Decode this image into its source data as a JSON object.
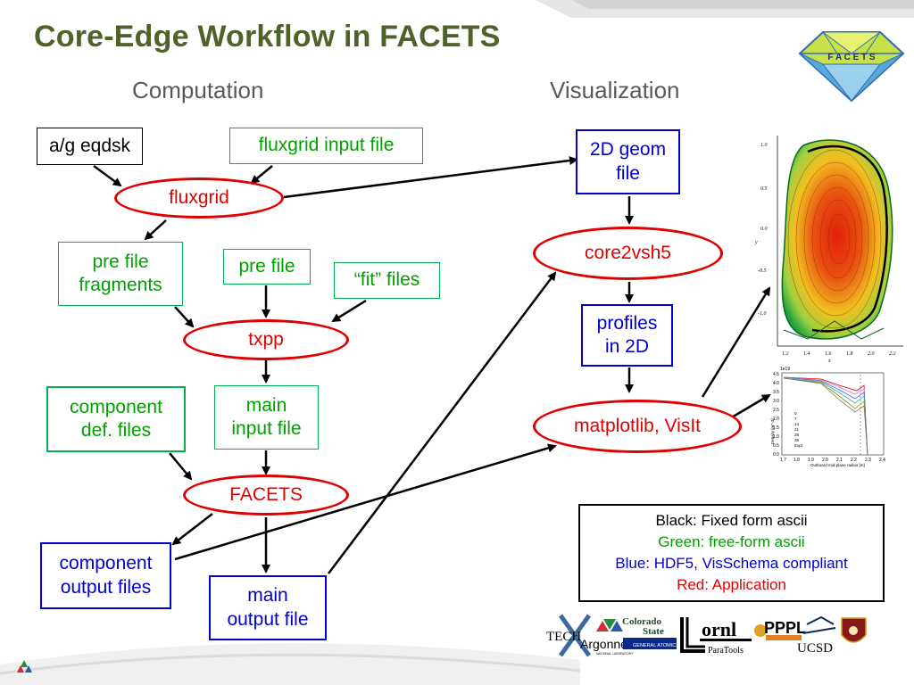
{
  "title": "Core-Edge Workflow in FACETS",
  "logo_letters": "F A C E T S",
  "columns": {
    "computation": "Computation",
    "visualization": "Visualization"
  },
  "nodes": {
    "ag_eqdsk": "a/g eqdsk",
    "fluxgrid_input": "fluxgrid input file",
    "fluxgrid": "fluxgrid",
    "pre_file_fragments": "pre file\nfragments",
    "pre_file": "pre file",
    "fit_files": "“fit” files",
    "txpp": "txpp",
    "component_def_files": "component\ndef. files",
    "main_input_file": "main\ninput file",
    "facets": "FACETS",
    "component_output_files": "component\noutput files",
    "main_output_file": "main\noutput file",
    "geom_file": "2D geom\nfile",
    "core2vsh5": "core2vsh5",
    "profiles_2d": "profiles\nin 2D",
    "matplotlib": "matplotlib, VisIt"
  },
  "legend": {
    "black": "Black: Fixed form ascii",
    "green": "Green: free-form ascii",
    "blue": "Blue: HDF5, VisSchema compliant",
    "red": "Red: Application"
  },
  "colors": {
    "title": "#4f6228",
    "black": "#000000",
    "green": "#00a000",
    "blue": "#0000cc",
    "red": "#e00000"
  },
  "flux_plot": {
    "y_ticks": [
      "1.0",
      "0.5",
      "0.0",
      "-0.5",
      "-1.0"
    ],
    "x_ticks": [
      "1.2",
      "1.4",
      "1.6",
      "1.8",
      "2.0",
      "2.2"
    ],
    "x_label": "x",
    "y_label": "y"
  },
  "profile_plot": {
    "exponent": "1e19",
    "y_ticks": [
      "4.5",
      "4.0",
      "3.5",
      "3.0",
      "2.5",
      "2.0",
      "1.5",
      "1.0",
      "0.5",
      "0.0"
    ],
    "x_ticks": [
      "1.7",
      "1.8",
      "1.9",
      "2.0",
      "2.1",
      "2.2",
      "2.3",
      "2.4"
    ],
    "x_label": "Outboard mid-plane radius [m]",
    "y_label": "Density [m^-3]",
    "legend_entries": [
      "0",
      "7",
      "14",
      "21",
      "28",
      "35",
      "Expt"
    ]
  },
  "logos": {
    "tech_x": "TECH",
    "argonne": "Argonne",
    "argonne_sub": "NATIONAL LABORATORY",
    "colorado_state_1": "Colorado",
    "colorado_state_2": "State",
    "general_atomics": "GENERAL ATOMICS",
    "ornl": "ornl",
    "paratools": "ParaTools",
    "pppl": "PPPL",
    "ucsd": "UCSD"
  }
}
